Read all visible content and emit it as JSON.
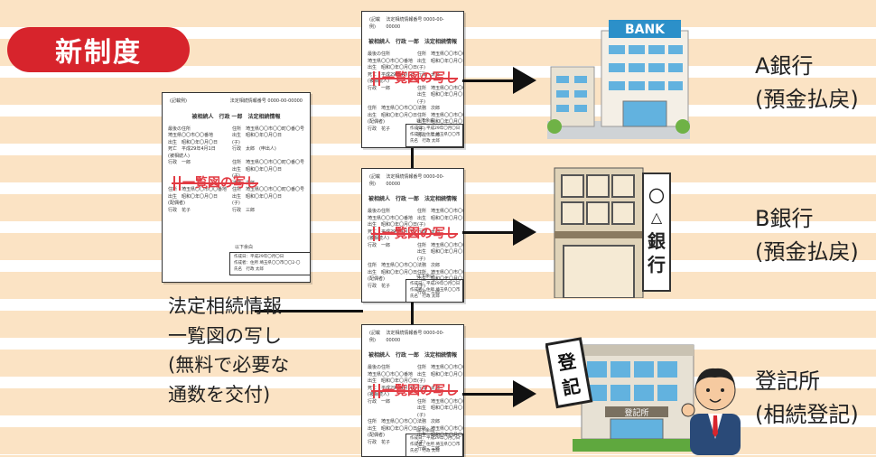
{
  "badge": "新制度",
  "main_doc": {
    "header_left": "(記載例)",
    "header_right": "法定相続情報番号 0000-00-00000",
    "title": "被相続人　行政 一郎　法定相続情報",
    "left_lines": [
      "最後の住所",
      "埼玉県〇〇市〇〇番地",
      "出生　昭和〇年〇月〇日",
      "死亡　平成29年4月1日",
      "(被相続人)",
      "行政　一郎",
      "",
      "",
      "",
      "住所　埼玉県〇〇市〇〇番地",
      "出生　昭和〇年〇月〇日",
      "(配偶者)",
      "行政　花子"
    ],
    "right_lines": [
      "住所　埼玉県〇〇市〇〇町〇番〇号",
      "出生　昭和〇年〇月〇日",
      "(子)",
      "行政　太郎　(申出人)",
      "",
      "住所　埼玉県〇〇市〇〇町〇番〇号",
      "出生　昭和〇年〇月〇日",
      "(子)",
      "法務　次郎",
      "住所　埼玉県〇〇市〇〇町〇番〇号",
      "出生　昭和〇年〇月〇日",
      "(子)",
      "行政　三郎"
    ],
    "stamp": "一覧図の写し",
    "cert_label": "以下余白",
    "cert_lines": [
      "作成日：平成29年〇月〇日",
      "作成者：住所 埼玉県〇〇市〇〇2-〇",
      "氏名　行政 太郎"
    ]
  },
  "small_doc": {
    "header_left": "(記載例)",
    "header_right": "法定相続情報番号 0000-00-00000",
    "title": "被相続人　行政 一郎　法定相続情報",
    "left_lines": [
      "最後の住所",
      "埼玉県〇〇市〇〇番地",
      "出生　昭和〇年〇月〇日",
      "死亡　平成29年4月1日",
      "(被相続人)",
      "行政　一郎",
      "",
      "",
      "住所　埼玉県〇〇市〇〇",
      "出生　昭和〇年〇月〇日",
      "(配偶者)",
      "行政　花子"
    ],
    "right_lines": [
      "住所　埼玉県〇〇市〇〇町〇番",
      "出生　昭和〇年〇月〇日",
      "(子)",
      "行政　太郎",
      "",
      "住所　埼玉県〇〇市〇〇町〇番",
      "出生　昭和〇年〇月〇日",
      "(子)",
      "法務　次郎",
      "住所　埼玉県〇〇市〇〇町〇番",
      "出生　昭和〇年〇月〇日",
      "(子)",
      "行政　三郎"
    ],
    "stamp": "一覧図の写し",
    "cert_label": "以下余白",
    "cert_lines": [
      "作成日：平成29年〇月〇日",
      "作成者：住所 埼玉県〇〇市",
      "氏名　行政 太郎"
    ]
  },
  "left_caption": [
    "法定相続情報",
    "一覧図の写し",
    "(無料で必要な",
    "通数を交付)"
  ],
  "bank_a": {
    "sign": "BANK",
    "name": "A銀行",
    "note": "(預金払戻)"
  },
  "bank_b": {
    "sign_chars": [
      "〇",
      "△",
      "銀",
      "行"
    ],
    "name": "B銀行",
    "note": "(預金払戻)"
  },
  "registry": {
    "sign": [
      "登",
      "記"
    ],
    "plate": "登記所",
    "name": "登記所",
    "note": "(相続登記)"
  },
  "colors": {
    "badge": "#d7242c",
    "stamp": "#e23b43",
    "stripe": "#fbe3c4"
  }
}
